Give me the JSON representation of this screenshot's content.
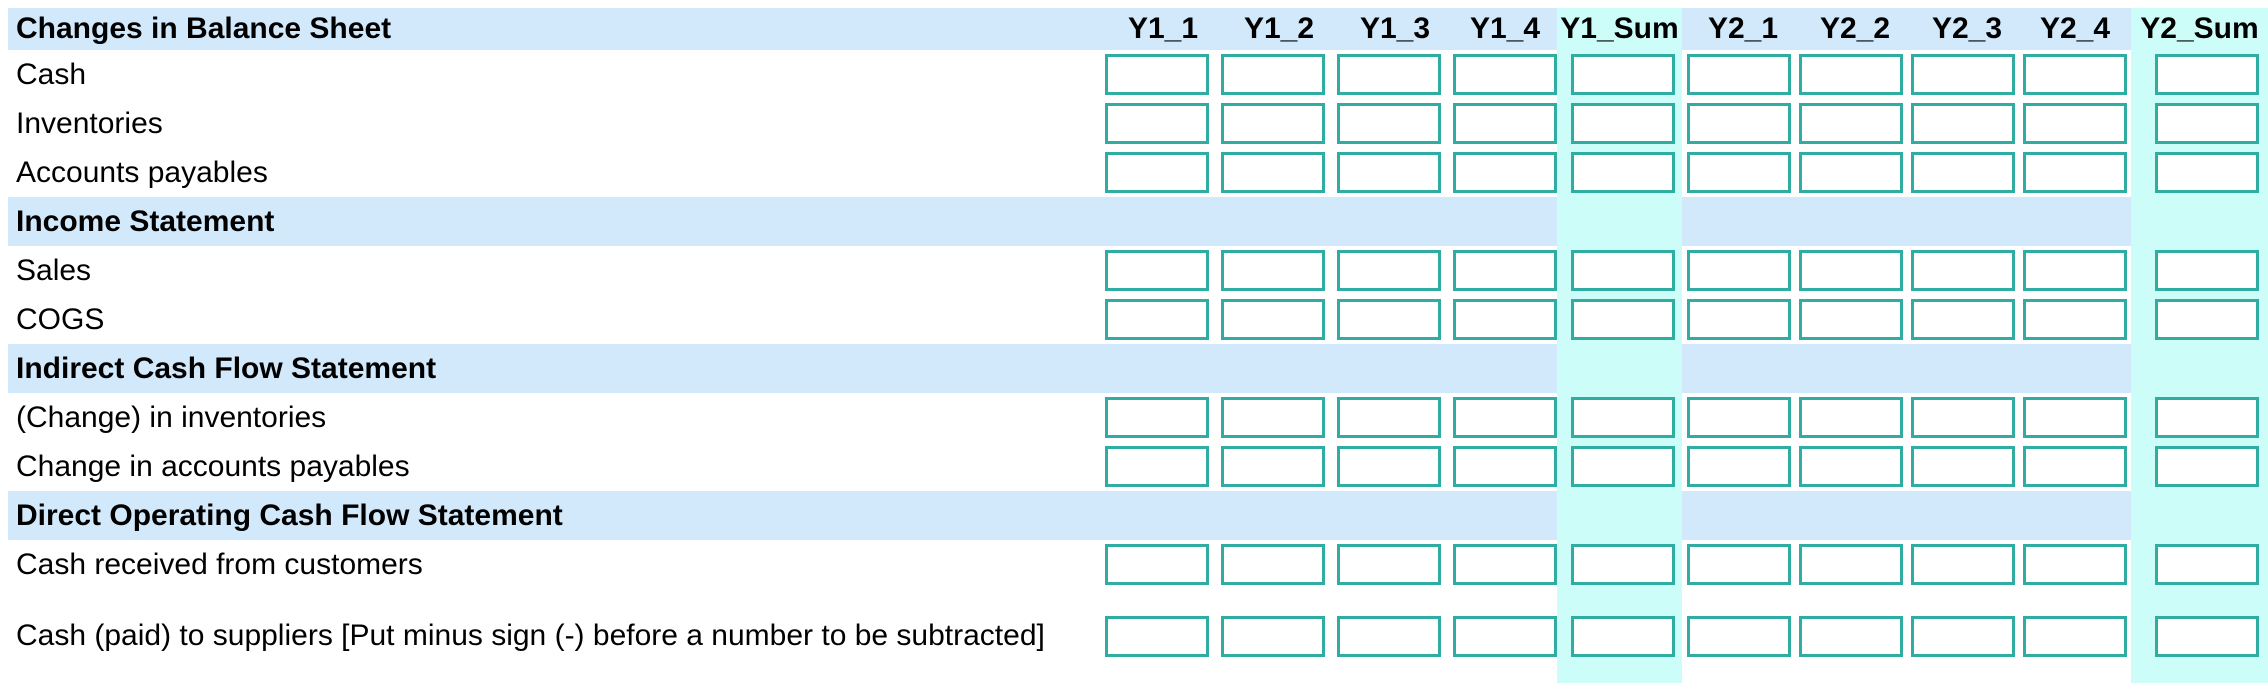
{
  "title": "Changes in Balance Sheet",
  "columns": [
    "Y1_1",
    "Y1_2",
    "Y1_3",
    "Y1_4",
    "Y1_Sum",
    "Y2_1",
    "Y2_2",
    "Y2_3",
    "Y2_4",
    "Y2_Sum"
  ],
  "sum_columns": [
    "Y1_Sum",
    "Y2_Sum"
  ],
  "cell_input": {
    "value": "",
    "placeholder": ""
  },
  "rows": [
    {
      "type": "data",
      "label": "Cash"
    },
    {
      "type": "data",
      "label": "Inventories"
    },
    {
      "type": "data",
      "label": "Accounts payables"
    },
    {
      "type": "section",
      "label": "Income Statement"
    },
    {
      "type": "data",
      "label": "Sales"
    },
    {
      "type": "data",
      "label": "COGS"
    },
    {
      "type": "section",
      "label": "Indirect Cash Flow Statement"
    },
    {
      "type": "data",
      "label": "(Change) in inventories"
    },
    {
      "type": "data",
      "label": "Change in accounts payables"
    },
    {
      "type": "section",
      "label": "Direct Operating Cash Flow Statement"
    },
    {
      "type": "data",
      "label": "Cash received from customers"
    },
    {
      "type": "data",
      "label": "Cash (paid) to suppliers [Put minus sign (-) before a number to be subtracted]",
      "tall": true
    }
  ],
  "colors": {
    "section_band": "#d2e9fb",
    "sum_band": "#cdfdf9",
    "input_border": "#2fada2",
    "text": "#000000"
  }
}
